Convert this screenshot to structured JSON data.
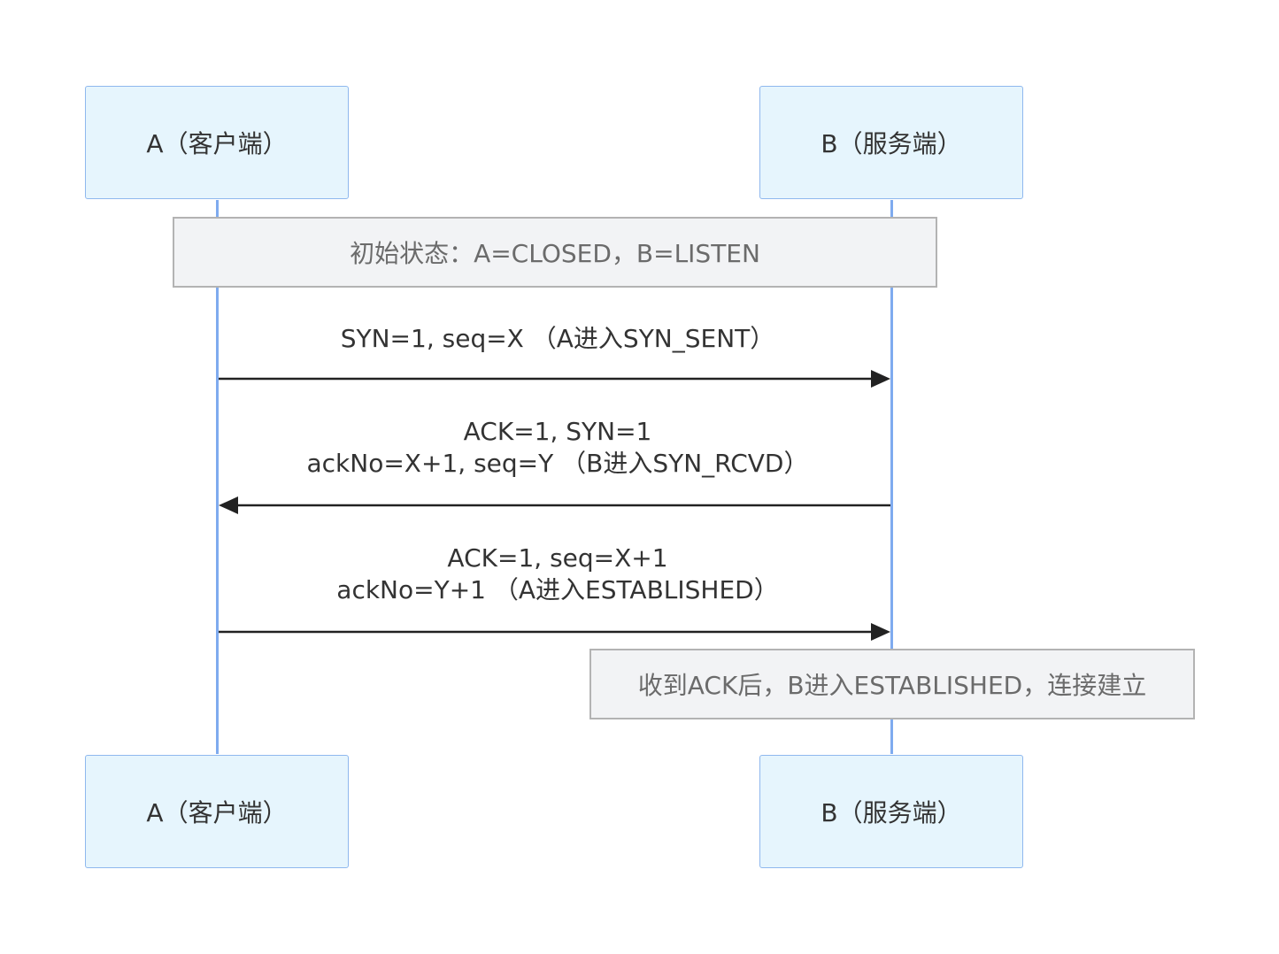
{
  "participants": {
    "a_label": "A（客户端）",
    "b_label": "B（服务端）"
  },
  "notes": {
    "initial": "初始状态：A=CLOSED，B=LISTEN",
    "final": "收到ACK后，B进入ESTABLISHED，连接建立"
  },
  "messages": [
    {
      "line1": "SYN=1, seq=X （A进入SYN_SENT）",
      "line2": "",
      "direction": "A-to-B"
    },
    {
      "line1": "ACK=1, SYN=1",
      "line2": "ackNo=X+1, seq=Y （B进入SYN_RCVD）",
      "direction": "B-to-A"
    },
    {
      "line1": "ACK=1, seq=X+1",
      "line2": "ackNo=Y+1 （A进入ESTABLISHED）",
      "direction": "A-to-B"
    }
  ],
  "colors": {
    "actor_fill": "#e6f5fd",
    "actor_border": "#8fb8ee",
    "lifeline": "#7fabef",
    "note_fill": "#f2f3f5",
    "note_border": "#b3b3b3",
    "arrow": "#222222"
  }
}
